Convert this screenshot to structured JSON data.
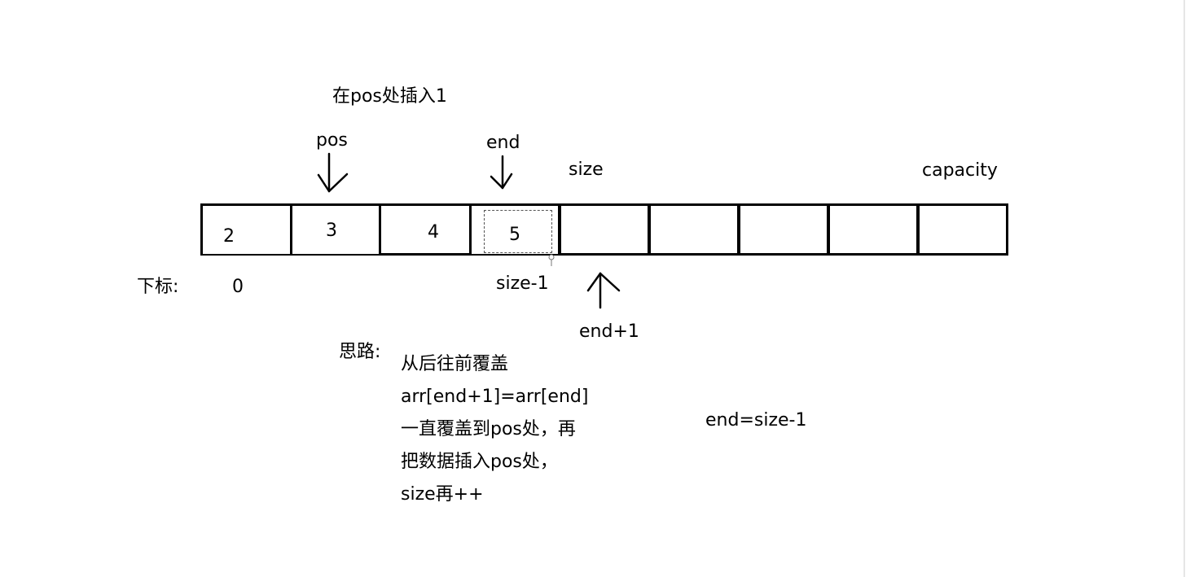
{
  "title": "在pos处插入1",
  "labels": {
    "pos": "pos",
    "end": "end",
    "size": "size",
    "capacity": "capacity",
    "size_minus_1": "size-1",
    "end_plus_1": "end+1",
    "index_label": "下标:",
    "index_zero": "0",
    "idea_label": "思路:",
    "end_eq": "end=size-1"
  },
  "array": {
    "cells": [
      "2",
      "3",
      "4",
      "5",
      "",
      "",
      "",
      "",
      ""
    ]
  },
  "notes": [
    "从后往前覆盖",
    "arr[end+1]=arr[end]",
    "一直覆盖到pos处，再",
    "把数据插入pos处，",
    "size再++"
  ]
}
